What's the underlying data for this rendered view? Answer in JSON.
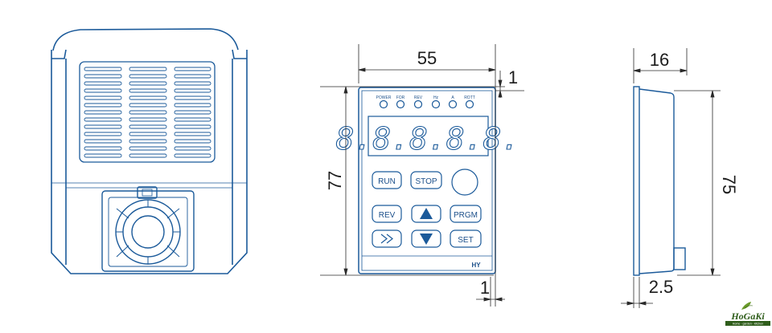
{
  "dimensions": {
    "front_width": "55",
    "front_height": "77",
    "top_offset": "1",
    "bottom_offset": "1",
    "side_depth": "16",
    "side_height": "75",
    "side_bottom": "2.5"
  },
  "keypad": {
    "leds": [
      "POWER",
      "FOR",
      "REV",
      "Hz",
      "A",
      "ROTT"
    ],
    "display": "8.8.8.8.8.",
    "buttons": {
      "run": "RUN",
      "stop": "STOP",
      "rev": "REV",
      "prgm": "PRGM",
      "set": "SET"
    },
    "brand": "HY"
  },
  "logo": {
    "name": "HoGaKi",
    "tagline": "Home - garden - kitchen"
  },
  "colors": {
    "line": "#1b5a9a",
    "dimension": "#2a2a2a",
    "logo": "#2f5d1b"
  }
}
